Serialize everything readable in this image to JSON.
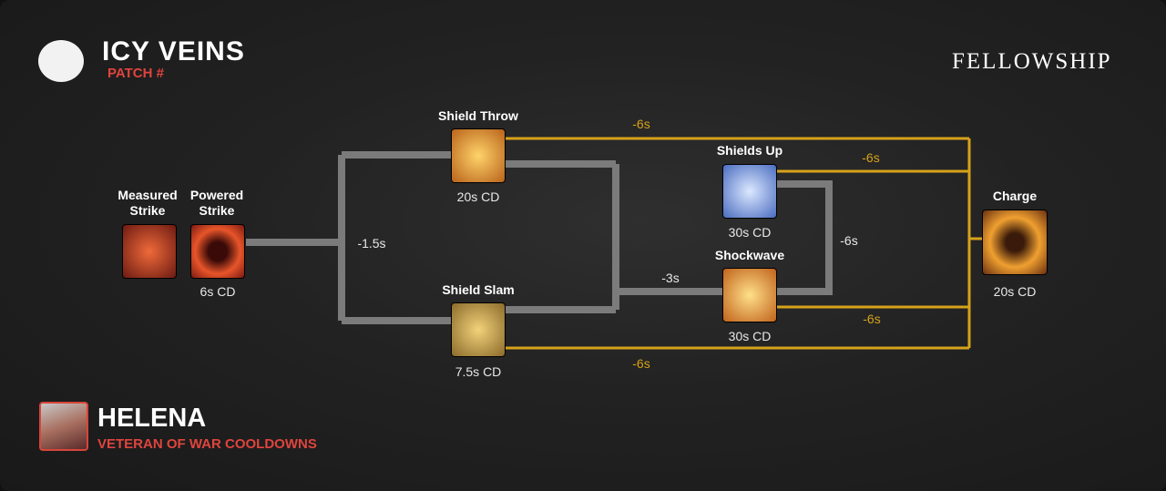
{
  "brand": {
    "name": "ICY VEINS",
    "patch": "PATCH #",
    "game": "FELLOWSHIP"
  },
  "hero": {
    "name": "HELENA",
    "subtitle": "VETERAN OF WAR COOLDOWNS"
  },
  "abilities": {
    "measured_strike": {
      "label": "Measured\nStrike"
    },
    "powered_strike": {
      "label": "Powered\nStrike",
      "cd": "6s CD"
    },
    "shield_throw": {
      "label": "Shield Throw",
      "cd": "20s CD"
    },
    "shield_slam": {
      "label": "Shield Slam",
      "cd": "7.5s CD"
    },
    "shields_up": {
      "label": "Shields Up",
      "cd": "30s CD"
    },
    "shockwave": {
      "label": "Shockwave",
      "cd": "30s CD"
    },
    "charge": {
      "label": "Charge",
      "cd": "20s CD"
    }
  },
  "reductions": {
    "strikes": "-1.5s",
    "slam_throw": "-3s",
    "shields_shock": "-6s",
    "throw_charge": "-6s",
    "shieldsup_charge": "-6s",
    "shock_charge": "-6s",
    "slam_charge": "-6s"
  },
  "colors": {
    "gray_link": "#7b7b7b",
    "gold_link": "#d6a21a",
    "accent": "#e0443d"
  }
}
